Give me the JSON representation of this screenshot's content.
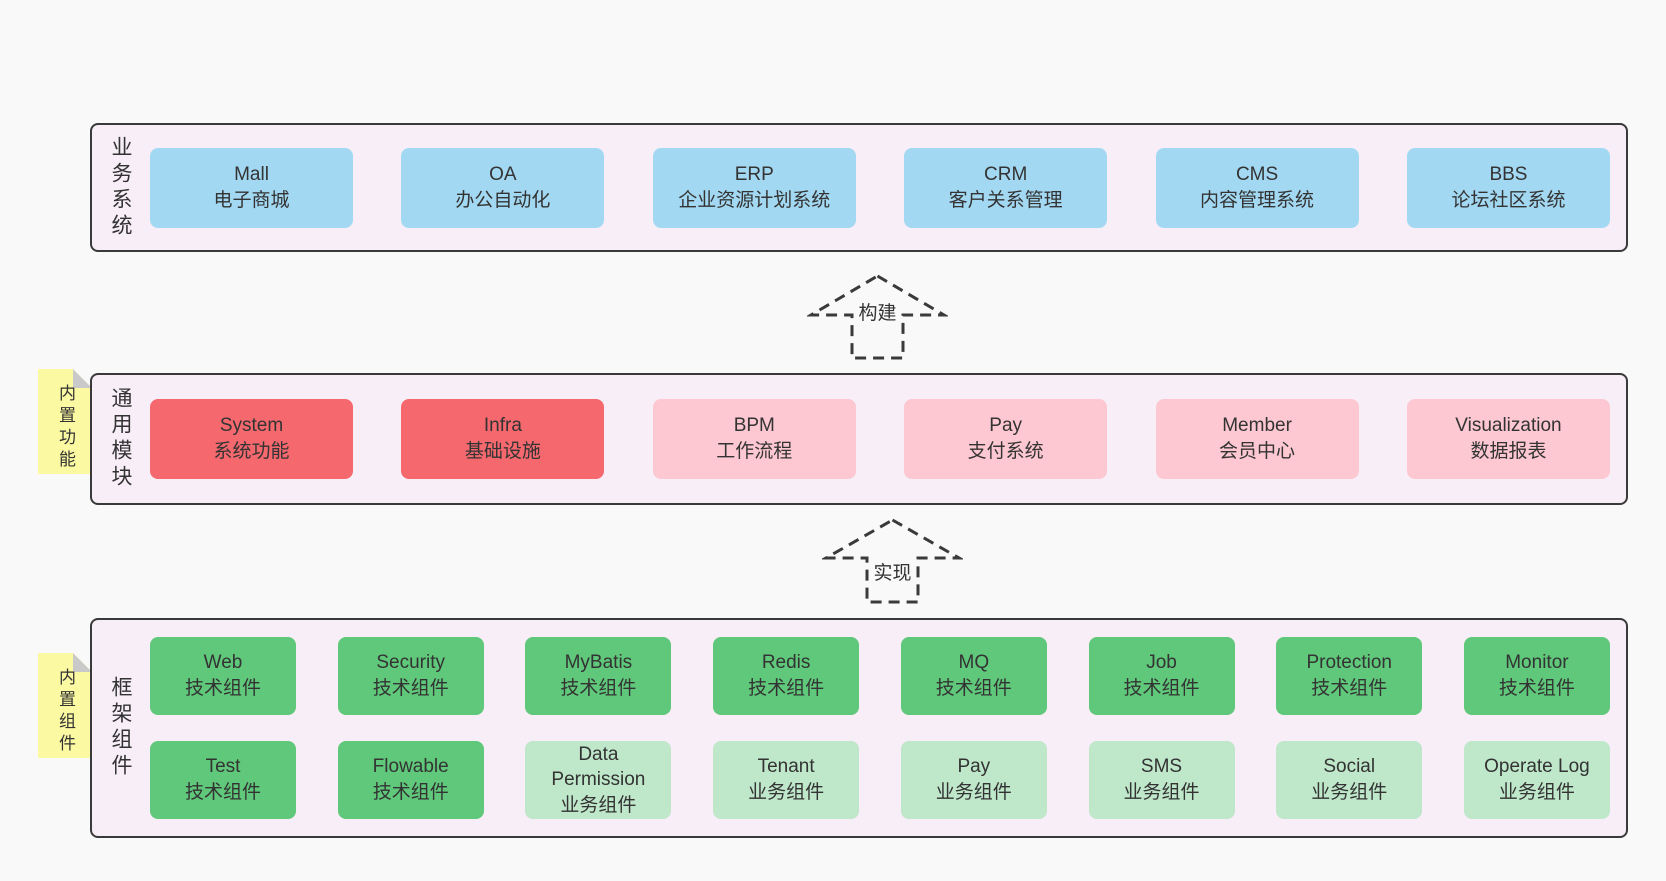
{
  "colors": {
    "page_bg": "#f9f9f9",
    "container_bg": "#f7eef7",
    "container_border": "#3a3a3a",
    "note_bg": "#fbf9a2",
    "note_fold": "#c9c9c9",
    "text": "#333333",
    "arrow_dash": "#3a3a3a",
    "blue": "#a3d8f3",
    "red": "#f4686e",
    "pink": "#fdc8d1",
    "green": "#5fc87a",
    "light_green": "#bfe7ca"
  },
  "layers": {
    "business": {
      "label": "业务系统",
      "boxes": [
        {
          "id": "mall",
          "en": "Mall",
          "zh": "电子商城",
          "variant": "blue"
        },
        {
          "id": "oa",
          "en": "OA",
          "zh": "办公自动化",
          "variant": "blue"
        },
        {
          "id": "erp",
          "en": "ERP",
          "zh": "企业资源计划系统",
          "variant": "blue"
        },
        {
          "id": "crm",
          "en": "CRM",
          "zh": "客户关系管理",
          "variant": "blue"
        },
        {
          "id": "cms",
          "en": "CMS",
          "zh": "内容管理系统",
          "variant": "blue"
        },
        {
          "id": "bbs",
          "en": "BBS",
          "zh": "论坛社区系统",
          "variant": "blue"
        }
      ]
    },
    "modules": {
      "label": "通用模块",
      "note": "内置功能",
      "boxes": [
        {
          "id": "system",
          "en": "System",
          "zh": "系统功能",
          "variant": "red"
        },
        {
          "id": "infra",
          "en": "Infra",
          "zh": "基础设施",
          "variant": "red"
        },
        {
          "id": "bpm",
          "en": "BPM",
          "zh": "工作流程",
          "variant": "pink"
        },
        {
          "id": "pay",
          "en": "Pay",
          "zh": "支付系统",
          "variant": "pink"
        },
        {
          "id": "member",
          "en": "Member",
          "zh": "会员中心",
          "variant": "pink"
        },
        {
          "id": "visualization",
          "en": "Visualization",
          "zh": "数据报表",
          "variant": "pink"
        }
      ]
    },
    "framework": {
      "label": "框架组件",
      "note": "内置组件",
      "rows": [
        [
          {
            "id": "web",
            "en": "Web",
            "zh": "技术组件",
            "variant": "green"
          },
          {
            "id": "security",
            "en": "Security",
            "zh": "技术组件",
            "variant": "green"
          },
          {
            "id": "mybatis",
            "en": "MyBatis",
            "zh": "技术组件",
            "variant": "green"
          },
          {
            "id": "redis",
            "en": "Redis",
            "zh": "技术组件",
            "variant": "green"
          },
          {
            "id": "mq",
            "en": "MQ",
            "zh": "技术组件",
            "variant": "green"
          },
          {
            "id": "job",
            "en": "Job",
            "zh": "技术组件",
            "variant": "green"
          },
          {
            "id": "protection",
            "en": "Protection",
            "zh": "技术组件",
            "variant": "green"
          },
          {
            "id": "monitor",
            "en": "Monitor",
            "zh": "技术组件",
            "variant": "green"
          }
        ],
        [
          {
            "id": "test",
            "en": "Test",
            "zh": "技术组件",
            "variant": "green"
          },
          {
            "id": "flowable",
            "en": "Flowable",
            "zh": "技术组件",
            "variant": "green"
          },
          {
            "id": "data-permission",
            "en": "Data\nPermission",
            "zh": "业务组件",
            "variant": "light_green"
          },
          {
            "id": "tenant",
            "en": "Tenant",
            "zh": "业务组件",
            "variant": "light_green"
          },
          {
            "id": "pay-biz",
            "en": "Pay",
            "zh": "业务组件",
            "variant": "light_green"
          },
          {
            "id": "sms",
            "en": "SMS",
            "zh": "业务组件",
            "variant": "light_green"
          },
          {
            "id": "social",
            "en": "Social",
            "zh": "业务组件",
            "variant": "light_green"
          },
          {
            "id": "operate-log",
            "en": "Operate Log",
            "zh": "业务组件",
            "variant": "light_green"
          }
        ]
      ]
    }
  },
  "arrows": {
    "build": {
      "label": "构建"
    },
    "implement": {
      "label": "实现"
    }
  }
}
